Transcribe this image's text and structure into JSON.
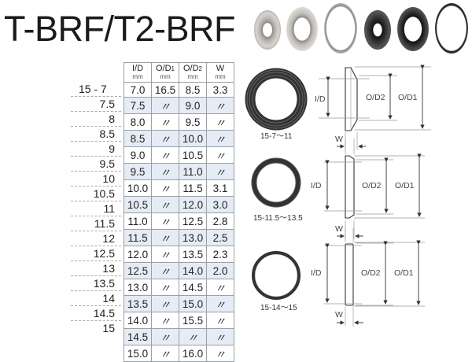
{
  "title": "T-BRF/T2-BRF",
  "table": {
    "headers": [
      {
        "label": "I/D",
        "sub": "",
        "unit": "mm"
      },
      {
        "label": "O/D",
        "sub": "1",
        "unit": "mm"
      },
      {
        "label": "O/D",
        "sub": "2",
        "unit": "mm"
      },
      {
        "label": "W",
        "sub": "",
        "unit": "mm"
      }
    ],
    "rows": [
      {
        "model": "15 - 7",
        "id": "7.0",
        "od1": "16.5",
        "od2": "8.5",
        "w": "3.3"
      },
      {
        "model": "7.5",
        "id": "7.5",
        "od1": "〃",
        "od2": "9.0",
        "w": "〃"
      },
      {
        "model": "8",
        "id": "8.0",
        "od1": "〃",
        "od2": "9.5",
        "w": "〃"
      },
      {
        "model": "8.5",
        "id": "8.5",
        "od1": "〃",
        "od2": "10.0",
        "w": "〃"
      },
      {
        "model": "9",
        "id": "9.0",
        "od1": "〃",
        "od2": "10.5",
        "w": "〃"
      },
      {
        "model": "9.5",
        "id": "9.5",
        "od1": "〃",
        "od2": "11.0",
        "w": "〃"
      },
      {
        "model": "10",
        "id": "10.0",
        "od1": "〃",
        "od2": "11.5",
        "w": "3.1"
      },
      {
        "model": "10.5",
        "id": "10.5",
        "od1": "〃",
        "od2": "12.0",
        "w": "3.0"
      },
      {
        "model": "11",
        "id": "11.0",
        "od1": "〃",
        "od2": "12.5",
        "w": "2.8"
      },
      {
        "model": "11.5",
        "id": "11.5",
        "od1": "〃",
        "od2": "13.0",
        "w": "2.5"
      },
      {
        "model": "12",
        "id": "12.0",
        "od1": "〃",
        "od2": "13.5",
        "w": "2.3"
      },
      {
        "model": "12.5",
        "id": "12.5",
        "od1": "〃",
        "od2": "14.0",
        "w": "2.0"
      },
      {
        "model": "13",
        "id": "13.0",
        "od1": "〃",
        "od2": "14.5",
        "w": "〃"
      },
      {
        "model": "13.5",
        "id": "13.5",
        "od1": "〃",
        "od2": "15.0",
        "w": "〃"
      },
      {
        "model": "14",
        "id": "14.0",
        "od1": "〃",
        "od2": "15.5",
        "w": "〃"
      },
      {
        "model": "14.5",
        "id": "14.5",
        "od1": "〃",
        "od2": "〃",
        "w": "〃"
      },
      {
        "model": "15",
        "id": "15.0",
        "od1": "〃",
        "od2": "16.0",
        "w": "〃"
      }
    ]
  },
  "diagrams": [
    {
      "caption": "15-7～11",
      "id_label": "I/D",
      "od2_label": "O/D2",
      "od1_label": "O/D1",
      "w_label": "W"
    },
    {
      "caption": "15-11.5～13.5",
      "id_label": "I/D",
      "od2_label": "O/D2",
      "od1_label": "O/D1",
      "w_label": "W"
    },
    {
      "caption": "15-14～15",
      "id_label": "I/D",
      "od2_label": "O/D2",
      "od1_label": "O/D1",
      "w_label": "W"
    }
  ],
  "photo": {
    "rings": [
      "silver-small",
      "silver-medium",
      "silver-large",
      "black-small",
      "black-medium",
      "black-large"
    ]
  },
  "colors": {
    "alt_row": "#e6ecf5",
    "border": "#9aa0a6"
  }
}
